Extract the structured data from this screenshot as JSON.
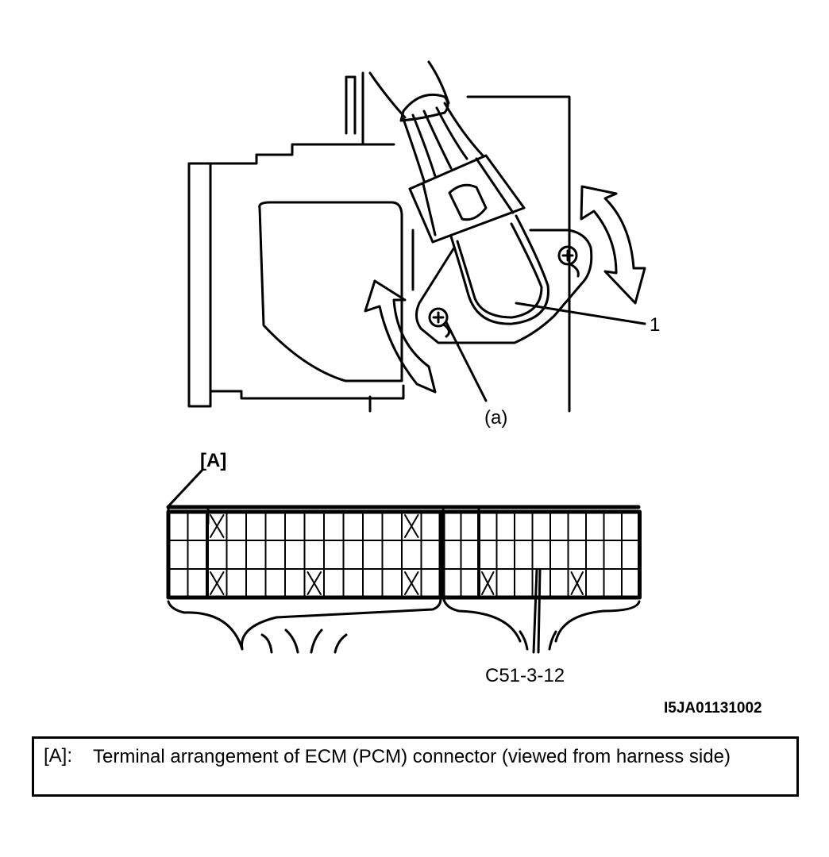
{
  "diagram": {
    "part_label": "1",
    "bolt_label": "(a)",
    "connector_label": "[A]",
    "terminal_label": "C51-3-12",
    "figure_code": "I5JA01131002"
  },
  "legend": {
    "key": "[A]:",
    "text": "Terminal arrangement of ECM (PCM) connector (viewed from harness side)"
  },
  "connector": {
    "left_block": {
      "columns": 14,
      "rows": 3,
      "marked": [
        [
          0,
          2
        ],
        [
          0,
          12
        ],
        [
          2,
          2
        ],
        [
          2,
          7
        ],
        [
          2,
          12
        ]
      ]
    },
    "right_block": {
      "columns": 11,
      "rows": 3,
      "marked": [
        [
          2,
          2
        ],
        [
          2,
          7
        ]
      ]
    }
  }
}
